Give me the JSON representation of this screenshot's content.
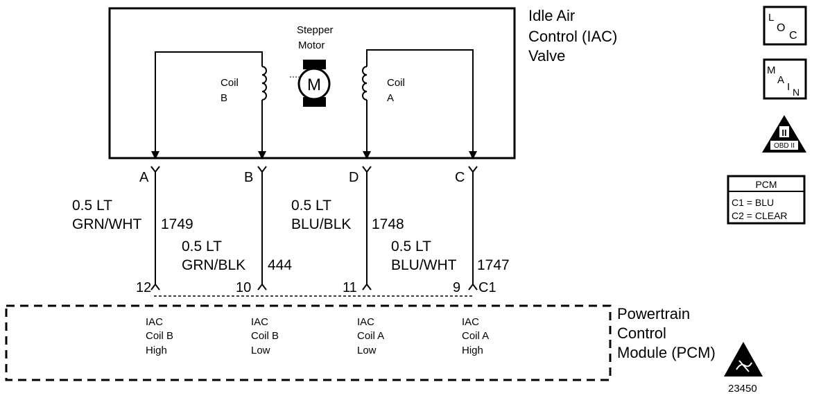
{
  "valve": {
    "title_lines": [
      "Idle Air",
      "Control (IAC)",
      "Valve"
    ],
    "motor_label_lines": [
      "Stepper",
      "Motor"
    ],
    "motor_symbol": "M",
    "coil_b_lines": [
      "Coil",
      "B"
    ],
    "coil_a_lines": [
      "Coil",
      "A"
    ]
  },
  "connector_pins": [
    "A",
    "B",
    "D",
    "C"
  ],
  "wires": [
    {
      "gauge": "0.5 LT",
      "color": "GRN/WHT",
      "circuit": "1749"
    },
    {
      "gauge": "0.5 LT",
      "color": "GRN/BLK",
      "circuit": "444"
    },
    {
      "gauge": "0.5 LT",
      "color": "BLU/BLK",
      "circuit": "1748"
    },
    {
      "gauge": "0.5 LT",
      "color": "BLU/WHT",
      "circuit": "1747"
    }
  ],
  "pcm_pins": [
    "12",
    "10",
    "11",
    "9"
  ],
  "pcm_connector": "C1",
  "pcm": {
    "title_lines": [
      "Powertrain",
      "Control",
      "Module (PCM)"
    ],
    "terminals": [
      [
        "IAC",
        "Coil B",
        "High"
      ],
      [
        "IAC",
        "Coil B",
        "Low"
      ],
      [
        "IAC",
        "Coil A",
        "Low"
      ],
      [
        "IAC",
        "Coil A",
        "High"
      ]
    ]
  },
  "legend": {
    "loc_icon": {
      "L": "L",
      "O": "O",
      "C": "C"
    },
    "main_icon": {
      "M": "M",
      "A": "A",
      "I": "I",
      "N": "N"
    },
    "obd_icon": {
      "numeral": "II",
      "text": "OBD II"
    },
    "pcm_box": {
      "title": "PCM",
      "lines": [
        "C1 = BLU",
        "C2 = CLEAR"
      ]
    }
  },
  "figure_number": "23450",
  "icons": [
    "loc-icon",
    "main-icon",
    "obd-ii-icon",
    "esd-warning-icon",
    "stepper-motor-icon"
  ]
}
